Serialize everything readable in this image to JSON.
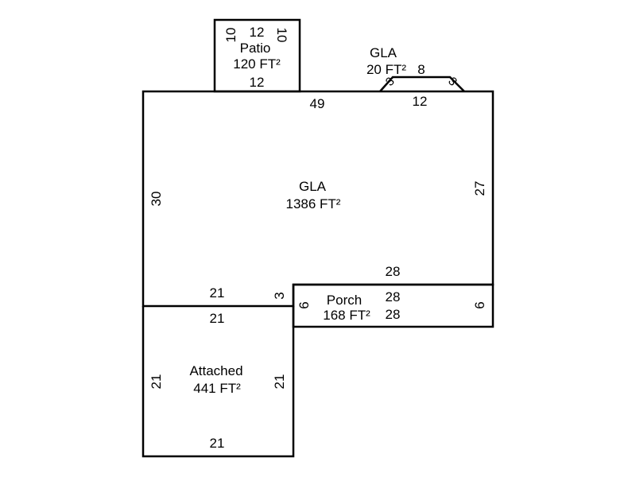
{
  "colors": {
    "line": "#000000",
    "background": "#ffffff"
  },
  "areas": {
    "gla_main": {
      "name": "GLA",
      "area": "1386 FT²",
      "top": "49",
      "left": "30",
      "right": "27",
      "bottom_right": "28",
      "bottom_left": "21",
      "step": "3"
    },
    "patio": {
      "name": "Patio",
      "area": "120 FT²",
      "top": "12",
      "bottom": "12",
      "left": "10",
      "right": "10"
    },
    "gla_bay": {
      "name": "GLA",
      "area": "20 FT²",
      "top": "8",
      "left": "3",
      "right": "3",
      "base": "12"
    },
    "porch": {
      "name": "Porch",
      "area": "168 FT²",
      "top": "28",
      "bottom": "28",
      "left": "6",
      "right": "6"
    },
    "attached": {
      "name": "Attached",
      "area": "441 FT²",
      "top": "21",
      "bottom": "21",
      "left": "21",
      "right": "21"
    }
  }
}
